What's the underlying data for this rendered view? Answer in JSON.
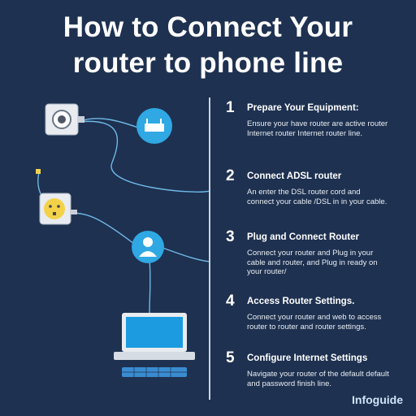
{
  "title": {
    "line1": "How to Connect Your",
    "line2": "router to phone line"
  },
  "steps": [
    {
      "number": "1",
      "title": "Prepare Your Equipment:",
      "description": "Ensure your have router are active router Internet router Internet router line."
    },
    {
      "number": "2",
      "title": "Connect ADSL router",
      "description": "An enter the DSL router cord and connect your cable /DSL in in your cable."
    },
    {
      "number": "3",
      "title": "Plug and Connect Router",
      "description": "Connect your router and Plug in your cable and router, and Plug in ready on your router/"
    },
    {
      "number": "4",
      "title": "Access Router Settings.",
      "description": "Connect your router and web to access router to router and router settings."
    },
    {
      "number": "5",
      "title": "Configure Internet Settings",
      "description": "Navigate your router of the default default and password finish line."
    }
  ],
  "brand": "Infoguide",
  "colors": {
    "background": "#1e3150",
    "accent_blue": "#2fa8e4",
    "device_white": "#e8ecf0",
    "cable": "#6fb8e6"
  },
  "icons": [
    "phone-wall-jack-icon",
    "router-icon",
    "power-outlet-icon",
    "user-icon",
    "laptop-icon"
  ]
}
